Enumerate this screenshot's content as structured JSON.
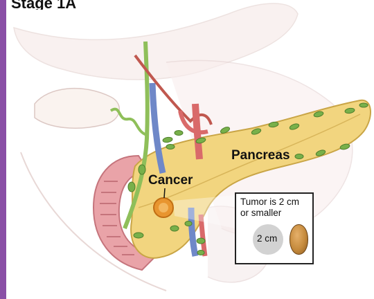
{
  "header": {
    "title_fragment": "Stage 1A"
  },
  "labels": {
    "pancreas": "Pancreas",
    "cancer": "Cancer"
  },
  "callout": {
    "line1": "Tumor is 2 cm",
    "line2": "or smaller",
    "size_label": "2 cm"
  },
  "colors": {
    "sidebar": "#8a4fa6",
    "pancreas": "#f0d27a",
    "duodenum": "#e59aa0",
    "tumor": "#e89a3a",
    "lymph_node": "#78b04a",
    "vein": "#6f88c8",
    "artery": "#d96a6a"
  }
}
